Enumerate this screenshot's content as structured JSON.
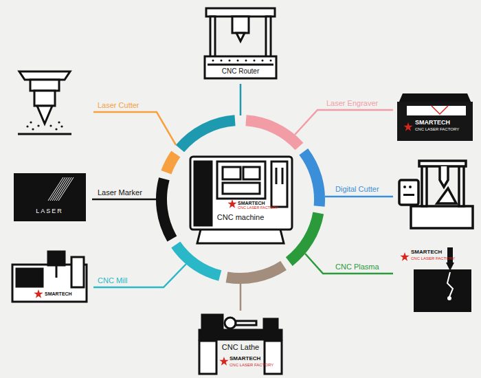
{
  "diagram": {
    "labels": [
      "CNC Router",
      "Laser Engraver",
      "SMARTECH",
      "CNC LASER FACTORY",
      "Digital Cutter",
      "CNC Plasma",
      "SMARTECH",
      "CNC LASER FACTORY",
      "CNC Lathe",
      "SMARTECH",
      "CNC LASER FACTORY",
      "CNC Mill",
      "SMARTECH",
      "Laser Marker",
      "LASER",
      "Laser Cutter",
      "SMARTECH",
      "CNC LASER FACTORY",
      "CNC machine"
    ]
  }
}
